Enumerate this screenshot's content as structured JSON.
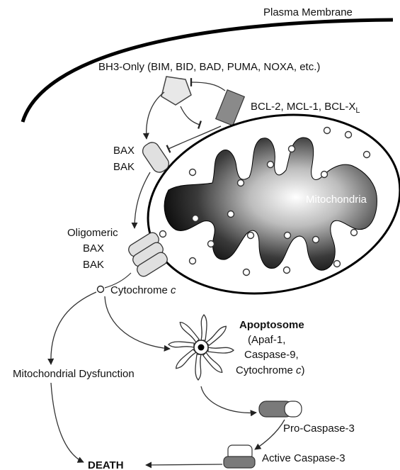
{
  "labels": {
    "plasma_membrane": "Plasma Membrane",
    "bh3_only": "BH3-Only (BIM, BID, BAD, PUMA, NOXA, etc.)",
    "bcl2_family_prefix": "BCL-2, MCL-1, BCL-X",
    "bcl2_family_sub": "L",
    "bax": "BAX",
    "bak": "BAK",
    "oligomeric": "Oligomeric",
    "oligo_bax": "BAX",
    "oligo_bak": "BAK",
    "mitochondria": "Mitochondria",
    "cytochrome_prefix": "Cytochrome ",
    "cytochrome_c": "c",
    "apoptosome_title": "Apoptosome",
    "apoptosome_line1": "(Apaf-1,",
    "apoptosome_line2": "Caspase-9,",
    "apoptosome_line3_prefix": "Cytochrome ",
    "apoptosome_line3_c": "c",
    "apoptosome_line3_suffix": ")",
    "mito_dysfunction": "Mitochondrial Dysfunction",
    "pro_caspase": "Pro-Caspase-3",
    "active_caspase": "Active Caspase-3",
    "death": "DEATH"
  }
}
